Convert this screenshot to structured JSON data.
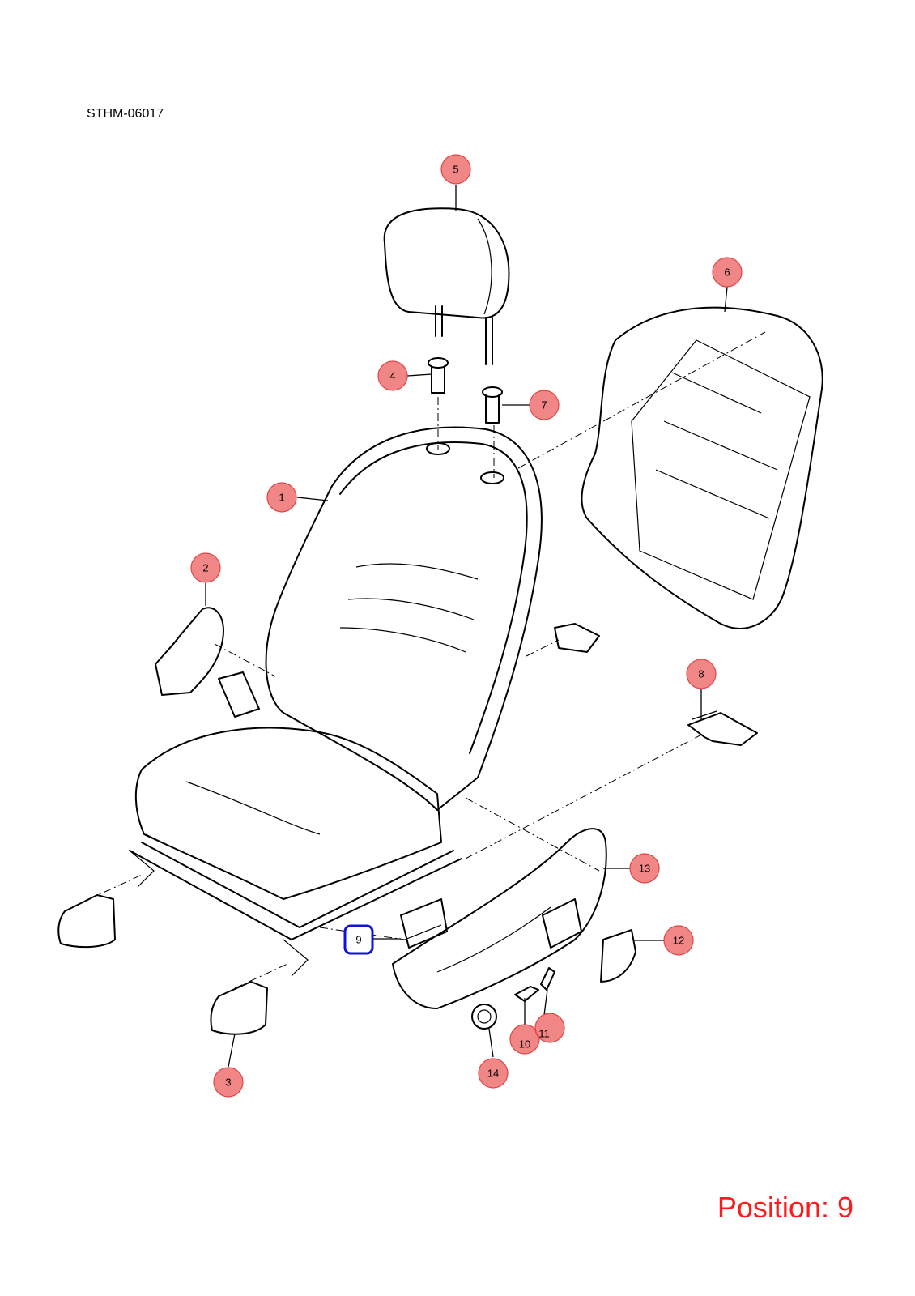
{
  "diagram_code": "STHM-06017",
  "position_label": "Position: 9",
  "selected_position": "9",
  "colors": {
    "callout_fill": "#f07a7a",
    "selected_outline": "#1010e0",
    "position_text": "#ff1a1a"
  },
  "callouts": [
    {
      "label": "1"
    },
    {
      "label": "2"
    },
    {
      "label": "3"
    },
    {
      "label": "4"
    },
    {
      "label": "5"
    },
    {
      "label": "6"
    },
    {
      "label": "7"
    },
    {
      "label": "8"
    },
    {
      "label": "9"
    },
    {
      "label": "10"
    },
    {
      "label": "11"
    },
    {
      "label": "12"
    },
    {
      "label": "13"
    },
    {
      "label": "14"
    }
  ]
}
